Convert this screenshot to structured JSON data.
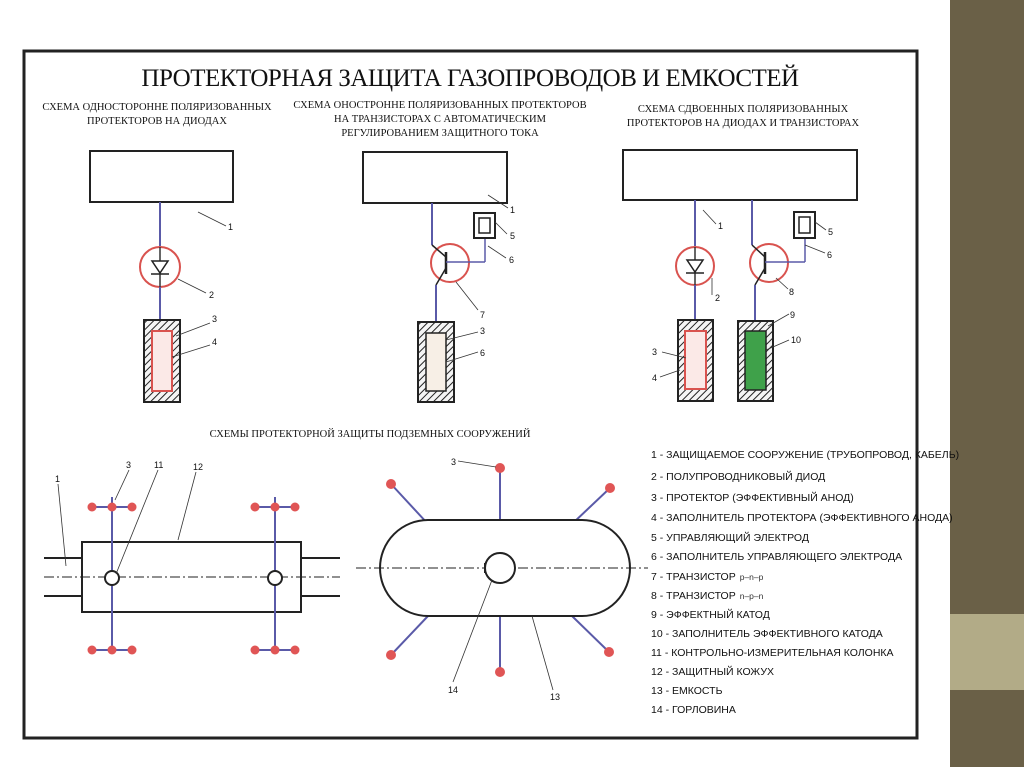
{
  "title": "ПРОТЕКТОРНАЯ ЗАЩИТА ГАЗОПРОВОДОВ И ЕМКОСТЕЙ",
  "scheme1": {
    "caption": [
      "СХЕМА ОДНОСТОРОННЕ ПОЛЯРИЗОВАННЫХ",
      "ПРОТЕКТОРОВ НА ДИОДАХ"
    ]
  },
  "scheme2": {
    "caption": [
      "СХЕМА ОНОСТРОННЕ ПОЛЯРИЗОВАННЫХ ПРОТЕКТОРОВ",
      "НА ТРАНЗИСТОРАХ С АВТОМАТИЧЕСКИМ",
      "РЕГУЛИРОВАНИЕМ ЗАЩИТНОГО ТОКА"
    ]
  },
  "scheme3": {
    "caption": [
      "СХЕМА СДВОЕННЫХ ПОЛЯРИЗОВАННЫХ",
      "ПРОТЕКТОРОВ НА ДИОДАХ И ТРАНЗИСТОРАХ"
    ]
  },
  "underground_caption": "СХЕМЫ ПРОТЕКТОРНОЙ ЗАЩИТЫ ПОДЗЕМНЫХ СООРУЖЕНИЙ",
  "labels": {
    "s1": [
      "1",
      "2",
      "3",
      "4"
    ],
    "s2": [
      "1",
      "5",
      "6",
      "7",
      "3",
      "6"
    ],
    "s3": [
      "1",
      "2",
      "5",
      "6",
      "8",
      "9",
      "10",
      "3",
      "4"
    ],
    "pipe": [
      "1",
      "3",
      "11",
      "12"
    ],
    "tank": [
      "3",
      "14",
      "13"
    ]
  },
  "legend": [
    {
      "text": "1 - ЗАЩИЩАЕМОЕ СООРУЖЕНИЕ (ТРУБОПРОВОД, КАБЕЛЬ)",
      "suffix": ""
    },
    {
      "text": "2 - ПОЛУПРОВОДНИКОВЫЙ ДИОД",
      "suffix": ""
    },
    {
      "text": "3 - ПРОТЕКТОР (ЭФФЕКТИВНЫЙ АНОД)",
      "suffix": ""
    },
    {
      "text": "4 - ЗАПОЛНИТЕЛЬ ПРОТЕКТОРА (ЭФФЕКТИВНОГО АНОДА)",
      "suffix": ""
    },
    {
      "text": "5 - УПРАВЛЯЮЩИЙ ЭЛЕКТРОД",
      "suffix": ""
    },
    {
      "text": "6 - ЗАПОЛНИТЕЛЬ УПРАВЛЯЮЩЕГО ЭЛЕКТРОДА",
      "suffix": ""
    },
    {
      "text": "7 - ТРАНЗИСТОР",
      "suffix": "p–n–p"
    },
    {
      "text": "8 - ТРАНЗИСТОР",
      "suffix": "n–p–n"
    },
    {
      "text": "9 - ЭФФЕКТНЫЙ КАТОД",
      "suffix": ""
    },
    {
      "text": "10 - ЗАПОЛНИТЕЛЬ ЭФФЕКТИВНОГО КАТОДА",
      "suffix": ""
    },
    {
      "text": "11 - КОНТРОЛЬНО-ИЗМЕРИТЕЛЬНАЯ КОЛОНКА",
      "suffix": ""
    },
    {
      "text": "12 - ЗАЩИТНЫЙ КОЖУХ",
      "suffix": ""
    },
    {
      "text": "13 - ЕМКОСТЬ",
      "suffix": ""
    },
    {
      "text": "14 - ГОРЛОВИНА",
      "suffix": ""
    }
  ],
  "colors": {
    "frame": "#222222",
    "wire": "#5a5aa8",
    "red": "#d9534f",
    "dot": "#e05555",
    "green": "#3fa14a",
    "sidebar": "#6a6047",
    "sidebar_band": "#b2ab87"
  }
}
